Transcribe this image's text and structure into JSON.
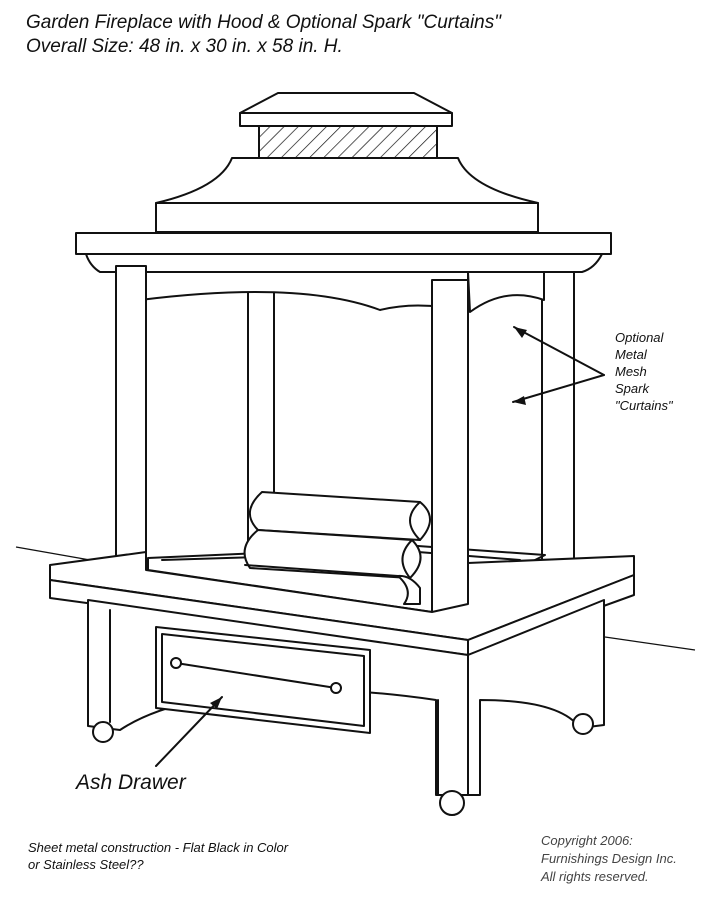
{
  "title": {
    "line1": "Garden Fireplace with Hood & Optional Spark \"Curtains\"",
    "line2": "Overall Size: 48 in. x 30 in. x 58 in. H."
  },
  "callouts": {
    "spark_curtains": [
      "Optional",
      "Metal",
      "Mesh",
      "Spark",
      "\"Curtains\""
    ],
    "ash_drawer": "Ash Drawer"
  },
  "notes": {
    "construction_line1": "Sheet metal construction - Flat Black in Color",
    "construction_line2": "or Stainless Steel??"
  },
  "copyright": {
    "line1": "Copyright 2006:",
    "line2": "Furnishings Design Inc.",
    "line3": "All rights reserved."
  },
  "colors": {
    "ink": "#111111",
    "paper": "#ffffff",
    "copyright_gray": "#444444"
  }
}
